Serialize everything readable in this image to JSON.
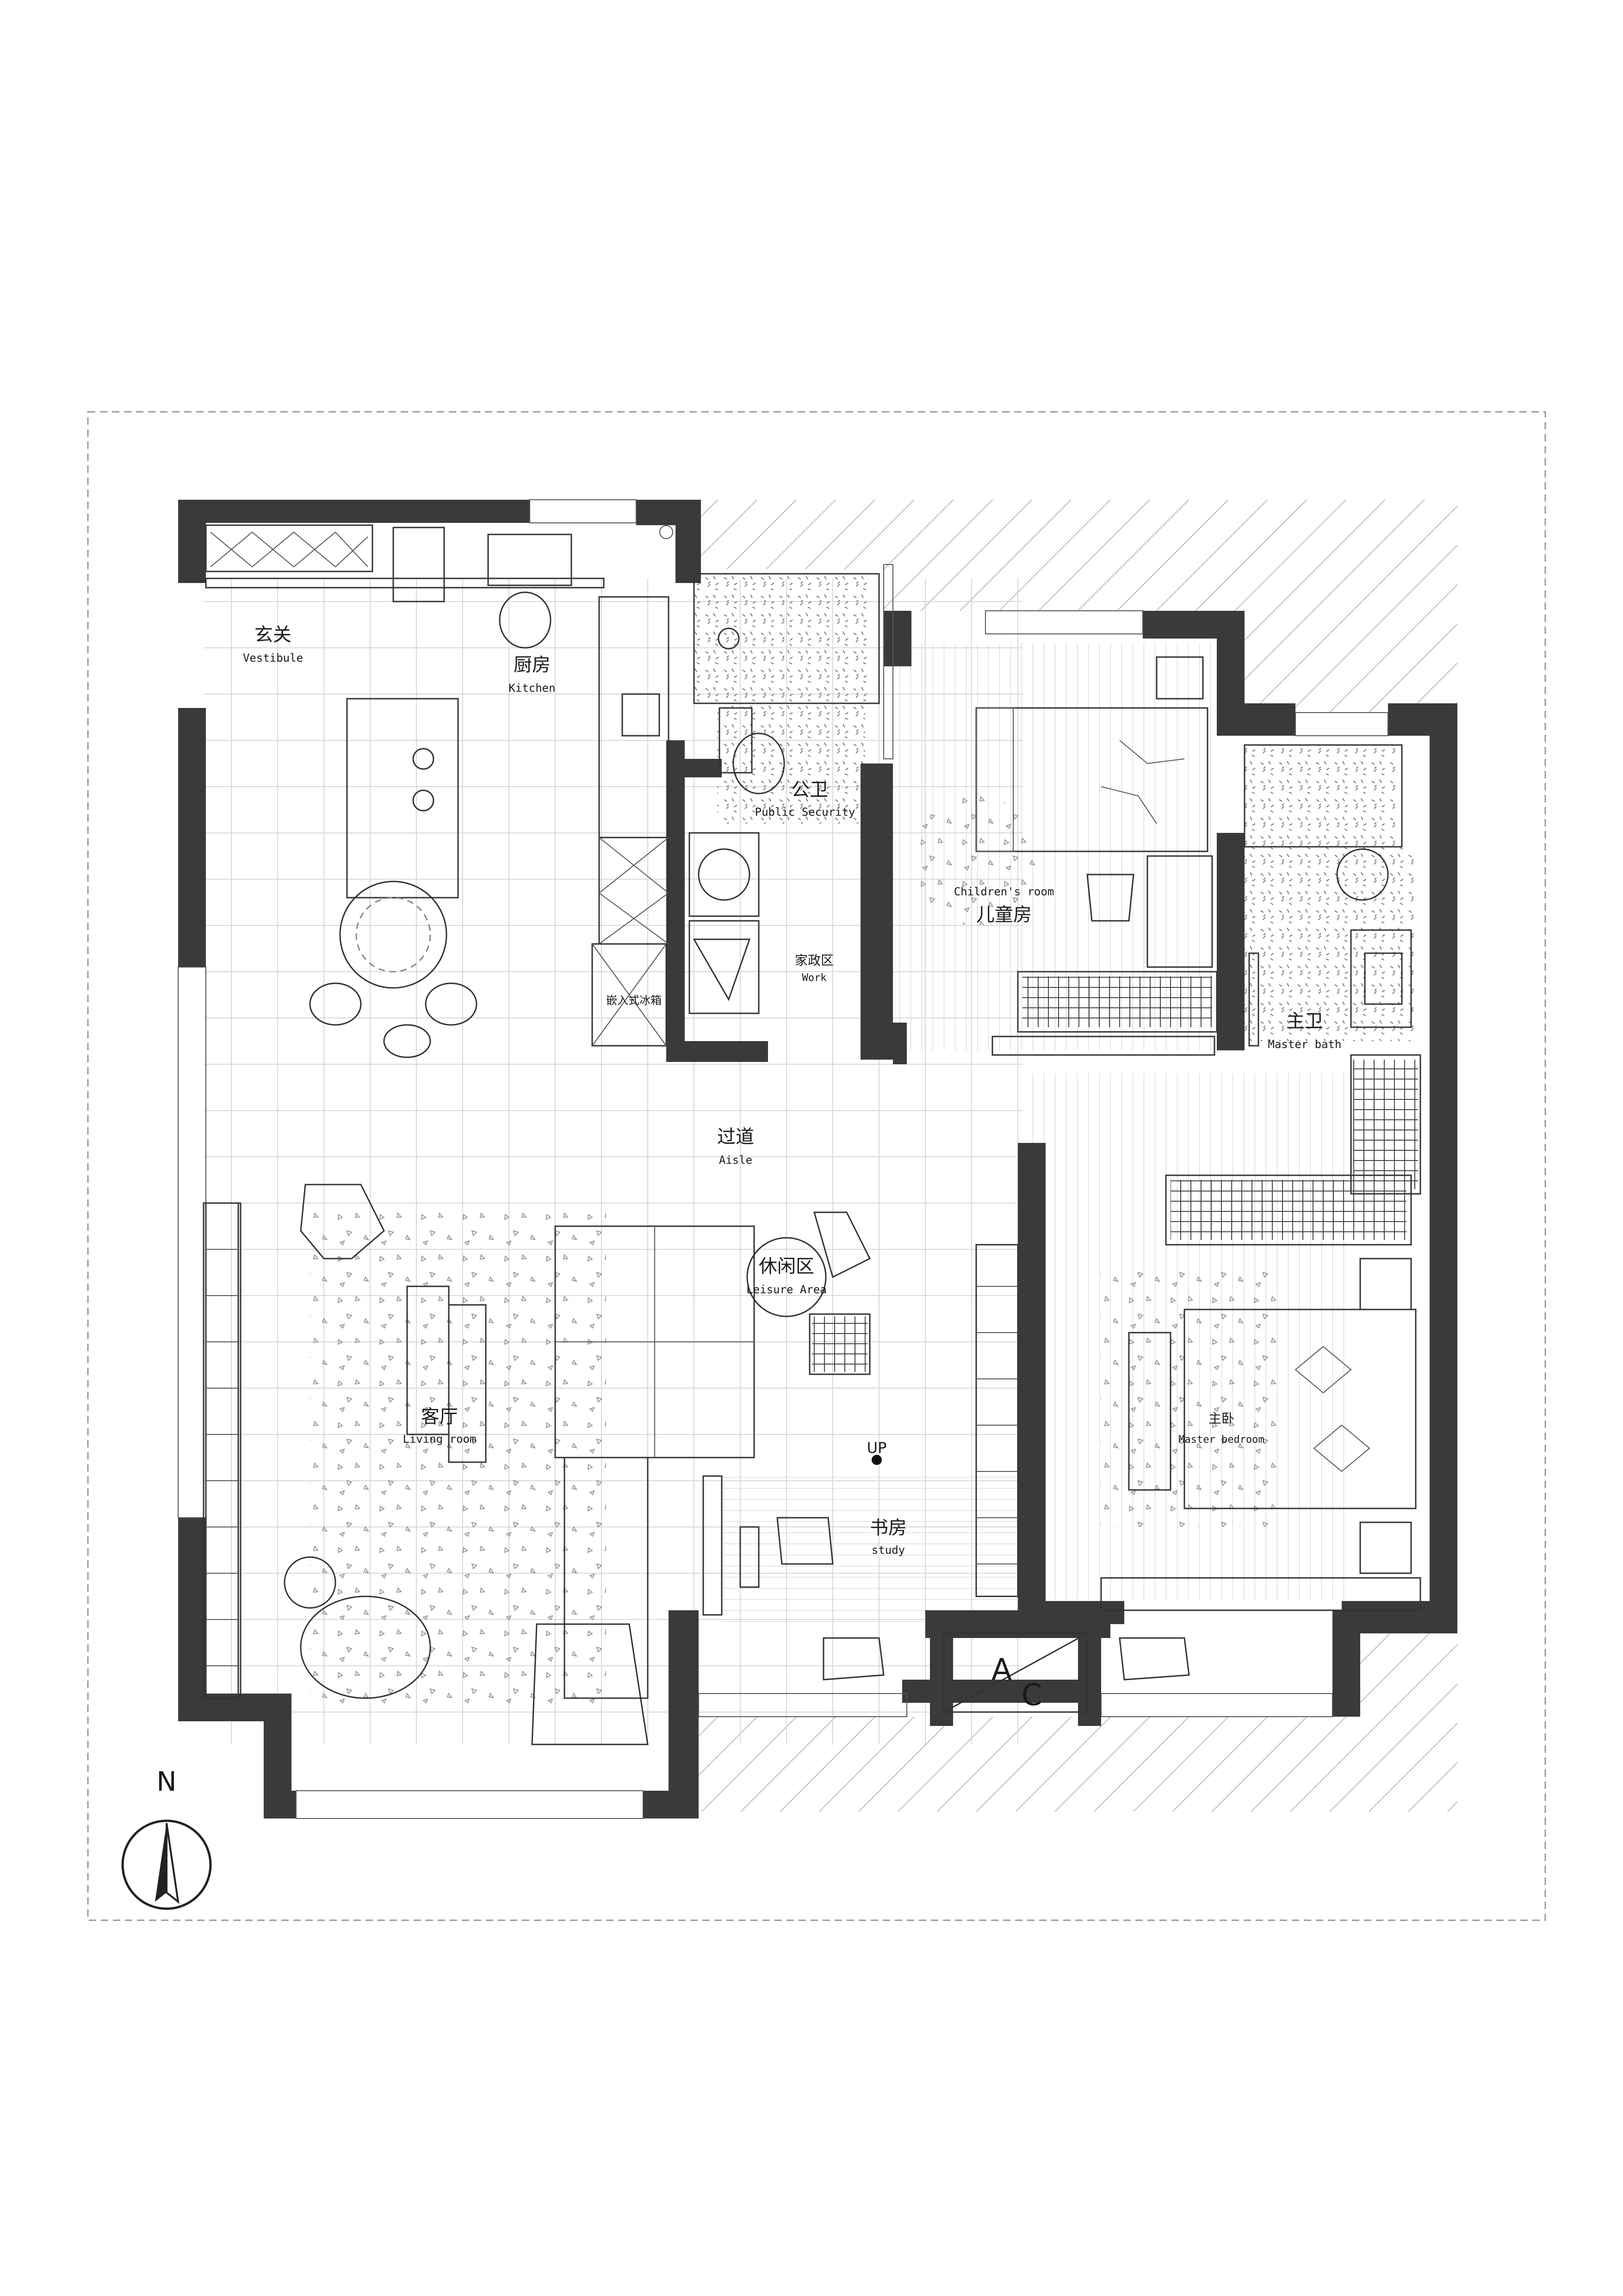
{
  "labels": {
    "vestibule_cn": "玄关",
    "vestibule_en": "Vestibule",
    "kitchen_cn": "厨房",
    "kitchen_en": "Kitchen",
    "public_bath_cn": "公卫",
    "public_bath_en": "Public Security",
    "housework_cn": "家政区",
    "housework_en": "Work",
    "fridge_cn": "嵌入式冰箱",
    "children_en": "Children's room",
    "children_cn": "儿童房",
    "master_bath_cn": "主卫",
    "master_bath_en": "Master bath",
    "aisle_cn": "过道",
    "aisle_en": "Aisle",
    "leisure_cn": "休闲区",
    "leisure_en": "Leisure Area",
    "living_cn": "客厅",
    "living_en": "Living room",
    "master_bedroom_cn": "主卧",
    "master_bedroom_en": "Master bedroom",
    "study_cn": "书房",
    "study_en": "study",
    "up": "UP",
    "ac_a": "A",
    "ac_c": "C",
    "north": "N"
  }
}
